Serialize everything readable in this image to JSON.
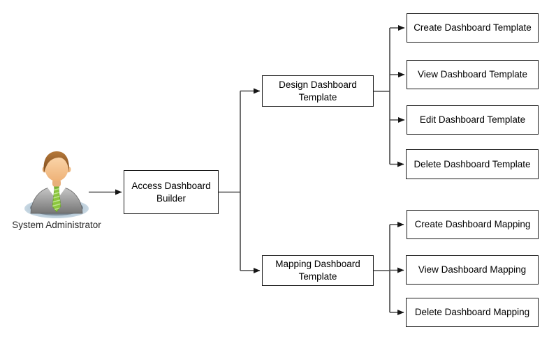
{
  "diagram": {
    "actor": {
      "label": "System Administrator",
      "icon": "businessman-icon"
    },
    "root": {
      "label": "Access Dashboard Builder"
    },
    "branches": [
      {
        "label": "Design Dashboard Template",
        "children": [
          {
            "label": "Create Dashboard Template"
          },
          {
            "label": "View Dashboard Template"
          },
          {
            "label": "Edit Dashboard Template"
          },
          {
            "label": "Delete Dashboard Template"
          }
        ]
      },
      {
        "label": "Mapping Dashboard Template",
        "children": [
          {
            "label": "Create Dashboard Mapping"
          },
          {
            "label": "View Dashboard Mapping"
          },
          {
            "label": "Delete Dashboard Mapping"
          }
        ]
      }
    ],
    "colors": {
      "background": "#ffffff",
      "box_fill": "#ffffff",
      "box_border": "#1a1a1a",
      "connector_line": "#4a4a4a",
      "arrowhead": "#161616",
      "text": "#000000",
      "actor_suit_gray": "#8c8c8c",
      "actor_tie_green": "#8cc63e",
      "actor_base_blue": "#ccdce6"
    }
  }
}
